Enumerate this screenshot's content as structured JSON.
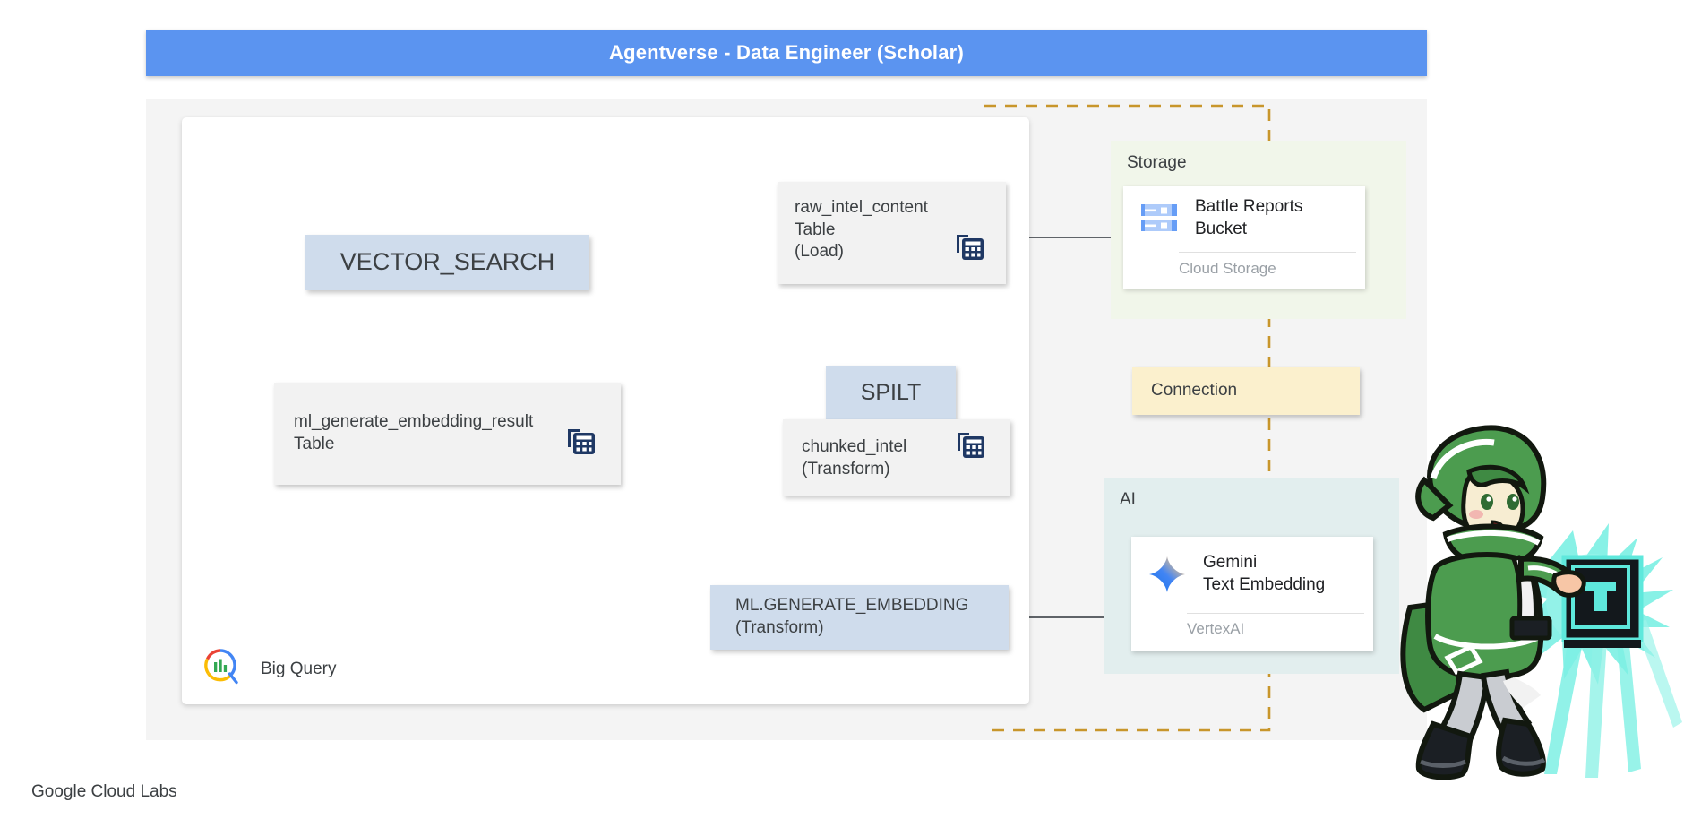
{
  "header": {
    "title": "Agentverse - Data Engineer (Scholar)",
    "background_color": "#5b94f0",
    "text_color": "#ffffff"
  },
  "bigquery_panel": {
    "footer_label": "Big Query",
    "footer_icon": "bigquery-logo-icon"
  },
  "nodes": {
    "vector_search": {
      "label": "VECTOR_SEARCH",
      "style": "blue",
      "color": "#cfdcec"
    },
    "embedding_result_table": {
      "label": "ml_generate_embedding_result\nTable",
      "style": "gray",
      "color": "#f2f2f2",
      "icon": "table-icon"
    },
    "raw_intel_content": {
      "label": "raw_intel_content\nTable\n(Load)",
      "style": "gray",
      "color": "#f2f2f2",
      "icon": "table-icon"
    },
    "spilt": {
      "label": "SPILT",
      "style": "blue",
      "color": "#cfdcec"
    },
    "chunked_intel": {
      "label": "chunked_intel\n(Transform)",
      "style": "gray",
      "color": "#f2f2f2",
      "icon": "table-icon"
    },
    "ml_generate_embedding": {
      "label": "ML.GENERATE_EMBEDDING\n(Transform)",
      "style": "blue",
      "color": "#cfdcec"
    },
    "connection": {
      "label": "Connection",
      "style": "cream",
      "color": "#fbf0cd"
    }
  },
  "groups": {
    "storage": {
      "title": "Storage",
      "background_color": "#f1f6ea",
      "card": {
        "title": "Battle Reports\nBucket",
        "subtitle": "Cloud Storage",
        "icon": "cloud-storage-bucket-icon"
      }
    },
    "ai": {
      "title": "AI",
      "background_color": "#e2eeee",
      "card": {
        "title": "Gemini\nText Embedding",
        "subtitle": "VertexAI",
        "icon": "gemini-sparkle-icon"
      }
    }
  },
  "boundary": {
    "name": "connection-boundary",
    "style": "dashed",
    "color": "#c8962b"
  },
  "character": {
    "name": "scholar-sprite",
    "description": "pixel-art scholar in green hooded robe casting a glowing spellbook"
  },
  "footer": {
    "label": "Google Cloud Labs"
  }
}
